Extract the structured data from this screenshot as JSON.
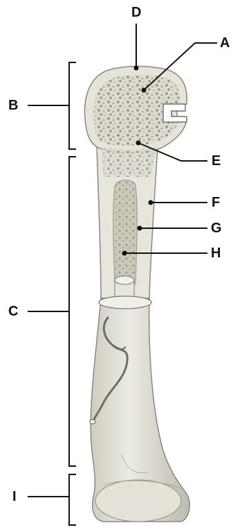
{
  "labels": {
    "A": "A",
    "B": "B",
    "C": "C",
    "D": "D",
    "E": "E",
    "F": "F",
    "G": "G",
    "H": "H",
    "I": "I"
  },
  "colors": {
    "line": "#111111",
    "bone_fill": "#e8e6dc",
    "bone_shade": "#b9b6aa",
    "spongy_fill": "#dcdacf",
    "marrow_fill": "#c9c6b8"
  }
}
